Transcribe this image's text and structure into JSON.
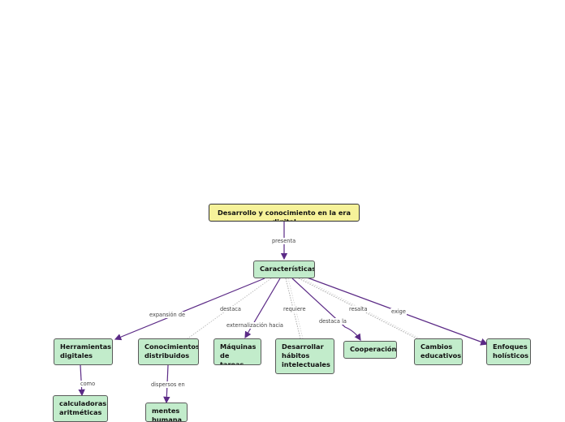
{
  "diagram": {
    "root": "Desarrollo y conocimiento en la era digital",
    "characteristics": "Características",
    "nodes": {
      "herramientas": "Herramientas digitales",
      "conocimientos": "Conocimientos distribuidos",
      "maquinas": "Máquinas de tareas",
      "desarrollar": "Desarrollar hábitos intelectuales",
      "cooperacion": "Cooperación",
      "cambios": "Cambios educativos",
      "enfoques": "Enfoques holísticos",
      "calculadoras": "calculadoras aritméticas",
      "mentes": "mentes humana"
    },
    "edge_labels": {
      "presenta": "presenta",
      "expansion": "expansión de",
      "destaca": "destaca",
      "externalizacion": "externalización hacia",
      "requiere": "requiere",
      "destaca_la": "destaca la",
      "resalta": "resalta",
      "exige": "exige",
      "como": "como",
      "dispersos": "dispersos en"
    },
    "colors": {
      "link": "#5b2a86",
      "dotted_link": "#b5b5b5",
      "node_fill": "#c2eccb",
      "root_fill": "#f6f29a"
    }
  }
}
